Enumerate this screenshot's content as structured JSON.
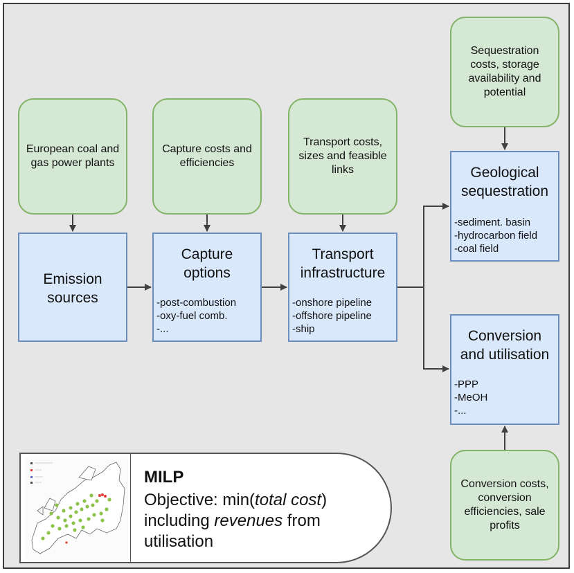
{
  "sources": {
    "plants": "European coal and gas power plants",
    "capture": "Capture costs and efficiencies",
    "transport": "Transport costs, sizes and feasible links",
    "sequestration": "Sequestration costs, storage availability and potential",
    "conversion": "Conversion costs, conversion efficiencies, sale profits"
  },
  "blocks": {
    "emission": {
      "title_line1": "Emission",
      "title_line2": "sources"
    },
    "capture": {
      "title_line1": "Capture",
      "title_line2": "options",
      "items": [
        "-post-combustion",
        "-oxy-fuel comb.",
        "-..."
      ]
    },
    "transport": {
      "title_line1": "Transport",
      "title_line2": "infrastructure",
      "items": [
        "-onshore pipeline",
        "-offshore pipeline",
        "-ship"
      ]
    },
    "geological": {
      "title_line1": "Geological",
      "title_line2": "sequestration",
      "items": [
        "-sediment. basin",
        "-hydrocarbon field",
        "-coal field"
      ]
    },
    "conversion": {
      "title_line1": "Conversion",
      "title_line2": "and utilisation",
      "items": [
        "-PPP",
        "-MeOH",
        "-..."
      ]
    }
  },
  "milp": {
    "title": "MILP",
    "line1_prefix": "Objective: min(",
    "line1_italic": "total cost",
    "line1_suffix": ")",
    "line2_prefix": "including ",
    "line2_italic": "revenues",
    "line2_suffix": " from",
    "line3": "utilisation"
  },
  "colors": {
    "source_fill": "#d5e8d4",
    "source_border": "#82b366",
    "block_fill": "#dae8fc",
    "block_border": "#6c8ebf",
    "background": "#e6e6e6",
    "arrow": "#404040",
    "map_marker": "#8bc34a"
  }
}
